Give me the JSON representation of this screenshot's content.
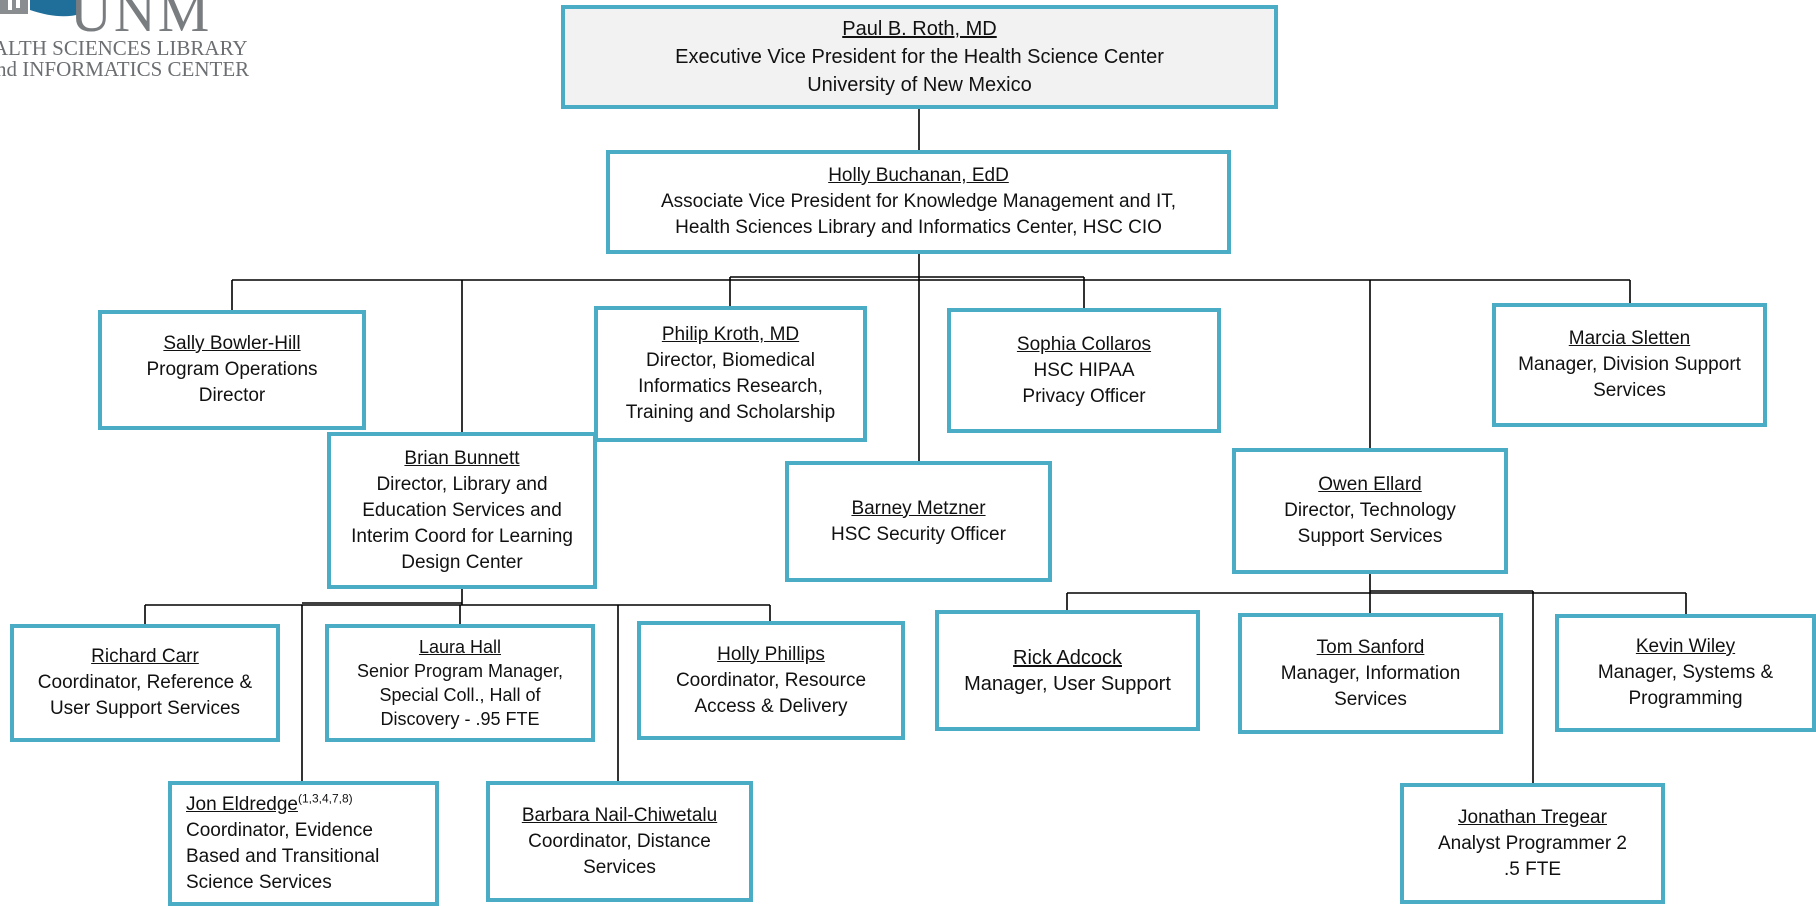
{
  "logo": {
    "mark": "UNM",
    "line1": "EALTH SCIENCES LIBRARY",
    "line2": "nd INFORMATICS CENTER"
  },
  "nodes": {
    "roth": {
      "name": "Paul B. Roth, MD",
      "lines": [
        "Executive Vice President for the Health Science Center",
        "University of New Mexico"
      ]
    },
    "buchanan": {
      "name": "Holly Buchanan, EdD",
      "lines": [
        "Associate Vice President for Knowledge Management and IT,",
        "Health Sciences Library and Informatics Center, HSC CIO"
      ]
    },
    "bowler": {
      "name": "Sally Bowler-Hill",
      "lines": [
        "Program Operations",
        "Director"
      ]
    },
    "kroth": {
      "name": "Philip Kroth, MD",
      "lines": [
        "Director, Biomedical",
        "Informatics Research,",
        "Training and Scholarship"
      ]
    },
    "collaros": {
      "name": "Sophia Collaros",
      "lines": [
        "HSC HIPAA",
        "Privacy Officer"
      ]
    },
    "sletten": {
      "name": "Marcia Sletten",
      "lines": [
        "Manager, Division Support",
        "Services"
      ]
    },
    "bunnett": {
      "name": "Brian Bunnett",
      "lines": [
        "Director, Library and",
        "Education Services  and",
        "Interim Coord for Learning",
        "Design Center"
      ]
    },
    "metzner": {
      "name": "Barney Metzner",
      "lines": [
        "HSC Security Officer"
      ]
    },
    "ellard": {
      "name": "Owen Ellard",
      "lines": [
        "Director, Technology",
        "Support Services"
      ]
    },
    "carr": {
      "name": "Richard Carr",
      "lines": [
        "Coordinator, Reference &",
        "User Support Services"
      ]
    },
    "hall": {
      "name": "Laura Hall",
      "lines": [
        "Senior Program Manager,",
        "Special Coll., Hall of",
        "Discovery - .95 FTE"
      ]
    },
    "phillips": {
      "name": "Holly Phillips",
      "lines": [
        "Coordinator, Resource",
        "Access & Delivery"
      ]
    },
    "adcock": {
      "name": "Rick Adcock",
      "lines": [
        "Manager, User Support"
      ]
    },
    "sanford": {
      "name": "Tom Sanford",
      "lines": [
        "Manager, Information",
        "Services"
      ]
    },
    "wiley": {
      "name": "Kevin Wiley",
      "lines": [
        "Manager, Systems &",
        "Programming"
      ]
    },
    "eldredge": {
      "name": "Jon Eldredge",
      "sup": "(1,3,4,7,8)",
      "lines": [
        "Coordinator, Evidence",
        "Based and Transitional",
        "Science Services"
      ]
    },
    "nail": {
      "name": "Barbara Nail-Chiwetalu",
      "lines": [
        "Coordinator, Distance",
        "Services"
      ]
    },
    "tregear": {
      "name": "Jonathan Tregear",
      "lines": [
        "Analyst Programmer 2",
        ".5 FTE"
      ]
    }
  }
}
